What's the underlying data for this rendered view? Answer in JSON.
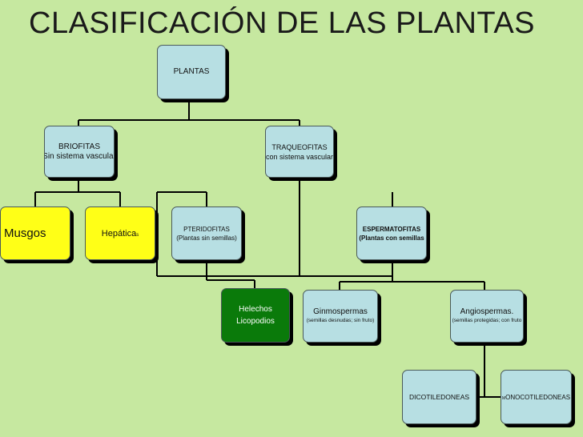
{
  "title": "CLASIFICACIÓN DE LAS PLANTAS",
  "colors": {
    "background": "#c6e8a0",
    "node": "#b7dfe3",
    "highlight_yellow": "#ffff17",
    "highlight_green": "#0a7a0a",
    "line": "#000000"
  },
  "nodes": {
    "plantas": {
      "title": "PLANTAS"
    },
    "briofitas": {
      "title": "BRIOFITAS",
      "subtitle": "(Sin sistema vascular)"
    },
    "traqueofitas": {
      "title": "TRAQUEOFITAS",
      "subtitle": "(con sistema vascular)"
    },
    "musgos": {
      "title": "Musgos"
    },
    "hepaticas": {
      "title": "Hepática",
      "suffix": "s"
    },
    "pteridofitas": {
      "title": "PTERIDOFITAS",
      "subtitle": "(Plantas sin semillas)"
    },
    "espermatofitas": {
      "title": "ESPERMATOFITAS",
      "subtitle": "(Plantas con semillas"
    },
    "helechos": {
      "title": "Helechos",
      "subtitle": "Licopodios"
    },
    "gimnospermas": {
      "title": "Ginmospermas",
      "subtitle": "(semillas desnudas; sin fruto)"
    },
    "angiospermas": {
      "title": "Angiospermas.",
      "subtitle": "(semillas protegidas; con fruto"
    },
    "dicotiledoneas": {
      "title": "DICOTILEDONEAS"
    },
    "monocotiledoneas": {
      "prefix": "M",
      "title": "ONOCOTILEDONEAS"
    }
  }
}
